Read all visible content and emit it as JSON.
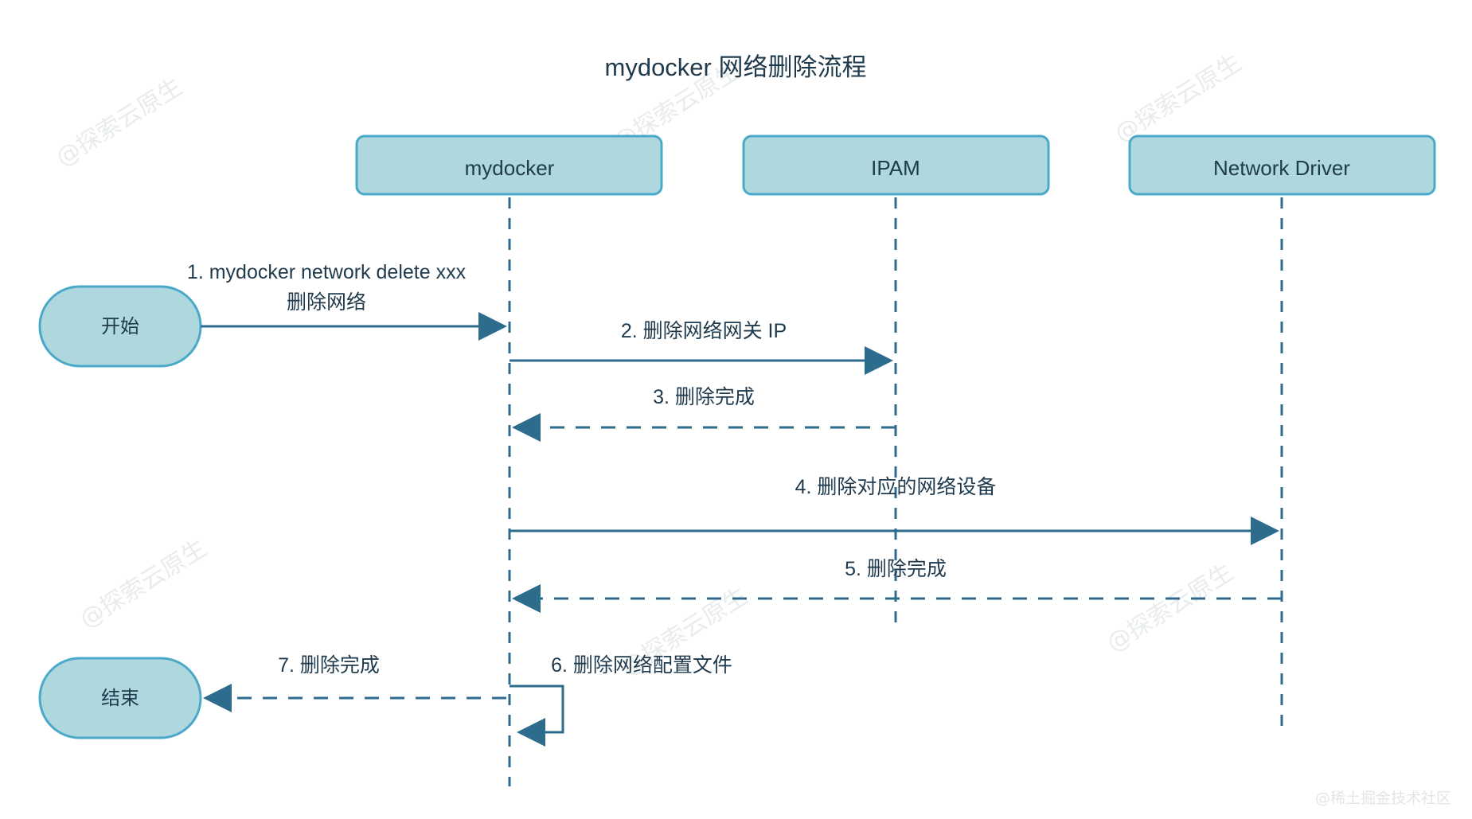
{
  "title": "mydocker 网络删除流程",
  "colors": {
    "box_fill": "#aed8dd",
    "box_stroke": "#4aa9c9",
    "line": "#2e6c8e",
    "text": "#1f3a4d",
    "watermark": "#e9ecec"
  },
  "watermarks": {
    "diagonal": "@探索云原生",
    "corner": "@稀土掘金技术社区"
  },
  "participants": [
    {
      "id": "mydocker",
      "label": "mydocker"
    },
    {
      "id": "ipam",
      "label": "IPAM"
    },
    {
      "id": "netdriver",
      "label": "Network Driver"
    }
  ],
  "terminals": [
    {
      "id": "start",
      "label": "开始"
    },
    {
      "id": "end",
      "label": "结束"
    }
  ],
  "messages": [
    {
      "index": "1",
      "label_line1": "1. mydocker  network  delete xxx",
      "label_line2": "删除网络",
      "from": "start",
      "to": "mydocker",
      "style": "solid"
    },
    {
      "index": "2",
      "label_line1": "2. 删除网络网关 IP",
      "label_line2": "",
      "from": "mydocker",
      "to": "ipam",
      "style": "solid"
    },
    {
      "index": "3",
      "label_line1": "3. 删除完成",
      "label_line2": "",
      "from": "ipam",
      "to": "mydocker",
      "style": "dashed"
    },
    {
      "index": "4",
      "label_line1": "4. 删除对应的网络设备",
      "label_line2": "",
      "from": "mydocker",
      "to": "netdriver",
      "style": "solid"
    },
    {
      "index": "5",
      "label_line1": "5. 删除完成",
      "label_line2": "",
      "from": "netdriver",
      "to": "mydocker",
      "style": "dashed"
    },
    {
      "index": "6",
      "label_line1": "6. 删除网络配置文件",
      "label_line2": "",
      "from": "mydocker",
      "to": "mydocker",
      "style": "solid"
    },
    {
      "index": "7",
      "label_line1": "7. 删除完成",
      "label_line2": "",
      "from": "mydocker",
      "to": "end",
      "style": "dashed"
    }
  ]
}
